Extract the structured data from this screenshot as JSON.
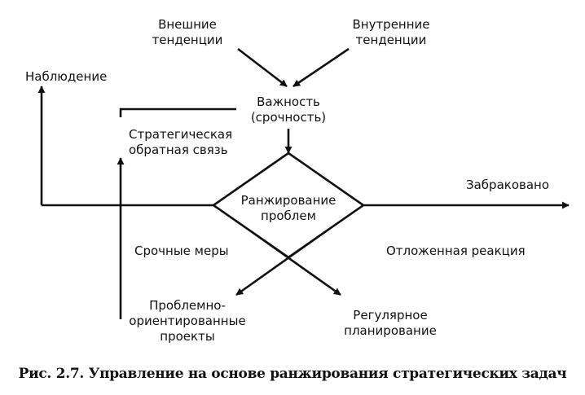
{
  "diagram": {
    "nodes": {
      "external_trends": "Внешние\nтенденции",
      "internal_trends": "Внутренние\nтенденции",
      "importance": "Важность\n(срочность)",
      "observation": "Наблюдение",
      "strategic_feedback": "Стратегическая\nобратная связь",
      "ranking": "Ранжирование\nпроблем",
      "rejected": "Забраковано",
      "urgent_measures": "Срочные меры",
      "delayed_reaction": "Отложенная реакция",
      "problem_projects": "Проблемно-\nориентированные\nпроекты",
      "regular_planning": "Регулярное\nпланирование"
    },
    "colors": {
      "stroke": "#111111",
      "background": "#ffffff"
    }
  },
  "caption": "Рис. 2.7. Управление на основе ранжирования стратегических задач"
}
